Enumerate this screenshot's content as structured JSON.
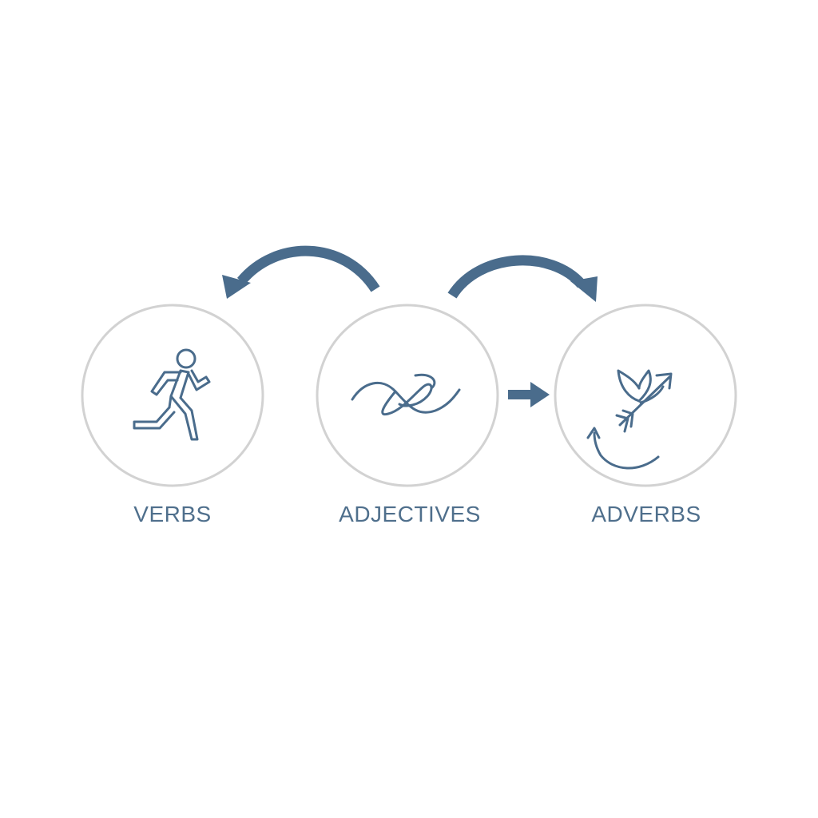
{
  "nodes": [
    {
      "id": "verbs",
      "label": "VERBS",
      "icon": "running-person-icon"
    },
    {
      "id": "adjectives",
      "label": "ADJECTIVES",
      "icon": "wavy-loop-icon"
    },
    {
      "id": "adverbs",
      "label": "ADVERBS",
      "icon": "winged-arrow-icon"
    }
  ],
  "connectors": [
    {
      "from": "adjectives",
      "to": "verbs",
      "style": "curved-arrow"
    },
    {
      "from": "adjectives",
      "to": "adverbs",
      "style": "curved-arrow"
    },
    {
      "from": "adjectives",
      "to": "adverbs",
      "style": "straight-arrow"
    }
  ],
  "colors": {
    "accent": "#4a6c8c",
    "circle_stroke": "#d2d2d2",
    "label_text": "#4f6f8c",
    "background": "#ffffff"
  }
}
